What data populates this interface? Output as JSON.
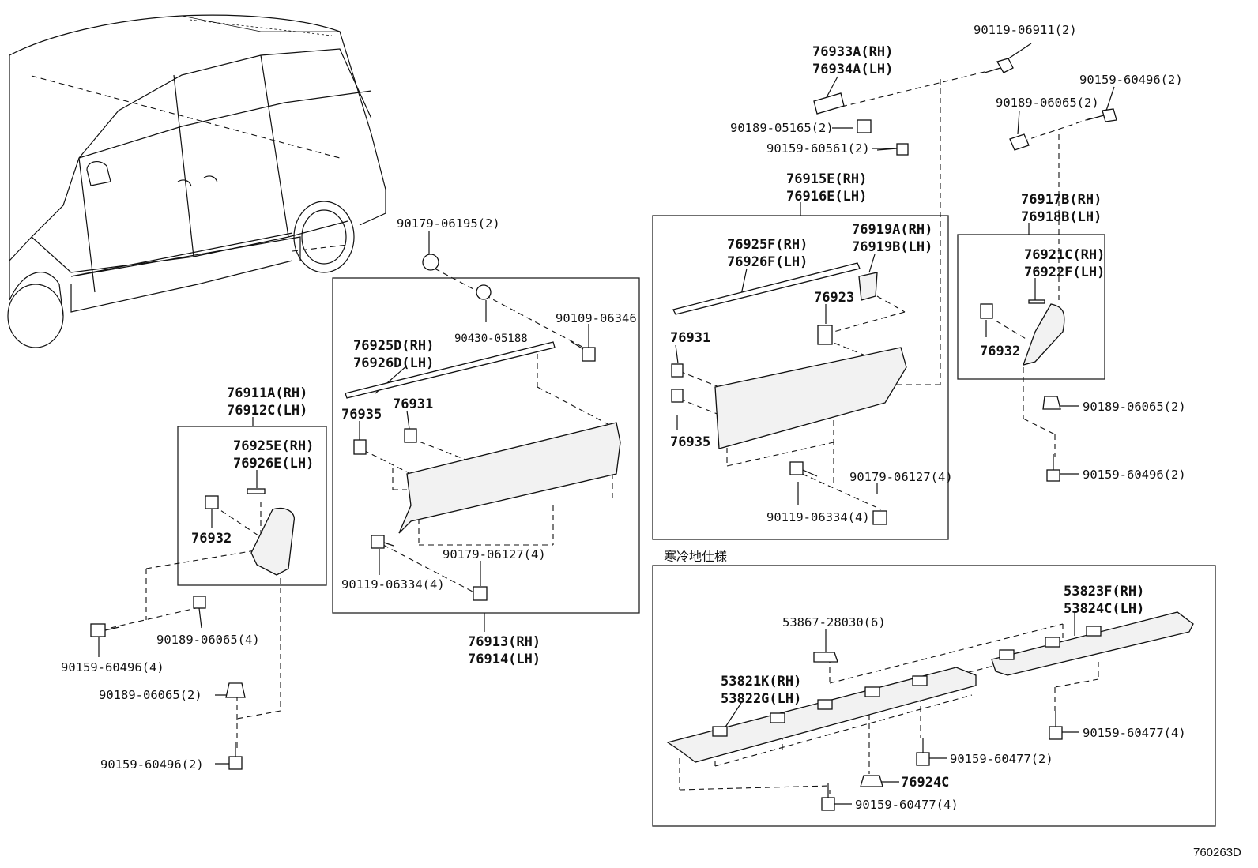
{
  "labels": {
    "p90119_06911": "90119-06911(2)",
    "p76933A": "76933A(RH)",
    "p76934A": "76934A(LH)",
    "p90159_60496_a": "90159-60496(2)",
    "p90189_06065_a": "90189-06065(2)",
    "p90189_05165": "90189-05165(2)",
    "p90159_60561": "90159-60561(2)",
    "p76915E": "76915E(RH)",
    "p76916E": "76916E(LH)",
    "p76917B": "76917B(RH)",
    "p76918B": "76918B(LH)",
    "p90179_06195": "90179-06195(2)",
    "p76925F": "76925F(RH)",
    "p76926F": "76926F(LH)",
    "p76919A": "76919A(RH)",
    "p76919B": "76919B(LH)",
    "p76921C": "76921C(RH)",
    "p76922F": "76922F(LH)",
    "p76923": "76923",
    "p90430_05188": "90430-05188",
    "p90109_06346": "90109-06346",
    "p76925D": "76925D(RH)",
    "p76926D": "76926D(LH)",
    "p76931_a": "76931",
    "p76932_a": "76932",
    "p76935_a": "76935",
    "p76931_b": "76931",
    "p76911A": "76911A(RH)",
    "p76912C": "76912C(LH)",
    "p90189_06065_b": "90189-06065(2)",
    "p76935_b": "76935",
    "p76925E": "76925E(RH)",
    "p76926E": "76926E(LH)",
    "p90179_06127_a": "90179-06127(4)",
    "p90159_60496_b": "90159-60496(2)",
    "p90119_06334_a": "90119-06334(4)",
    "p76932_b": "76932",
    "p90179_06127_b": "90179-06127(4)",
    "p90119_06334_b": "90119-06334(4)",
    "cold_spec": "寒冷地仕様",
    "p53823F": "53823F(RH)",
    "p53824C": "53824C(LH)",
    "p53867_28030": "53867-28030(6)",
    "p90189_06065_c": "90189-06065(4)",
    "p90159_60496_c": "90159-60496(4)",
    "p76913": "76913(RH)",
    "p76914": "76914(LH)",
    "p53821K": "53821K(RH)",
    "p53822G": "53822G(LH)",
    "p90189_06065_d": "90189-06065(2)",
    "p90159_60477_a": "90159-60477(4)",
    "p90159_60477_b": "90159-60477(2)",
    "p76924C": "76924C",
    "p90159_60496_d": "90159-60496(2)",
    "p90159_60477_c": "90159-60477(4)",
    "diagram_code": "760263D"
  }
}
